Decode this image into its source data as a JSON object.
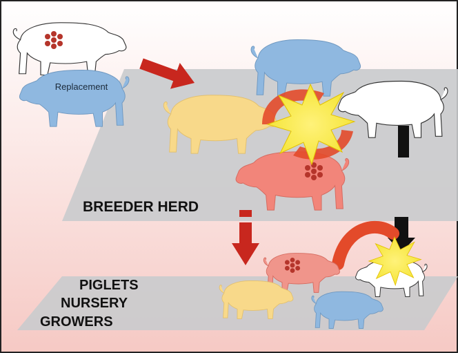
{
  "labels": {
    "replacement": "Replacement",
    "breeder_herd": "BREEDER HERD",
    "piglets": "PIGLETS",
    "nursery": "NURSERY",
    "growers": "GROWERS"
  },
  "colors": {
    "frame": "#222222",
    "background_top": "#ffffff",
    "background_bottom": "#f6c9c4",
    "platform": "#c9cbcd",
    "pig_white": "#ffffff",
    "pig_blue": "#8fb8e0",
    "pig_yellow": "#f8d98a",
    "pig_pink": "#f2857a",
    "pig_pink_light": "#f0958b",
    "arrow_red": "#c8271e",
    "arrow_black": "#111111",
    "infection_dots": "#b5352b",
    "burst_yellow": "#f5e53a",
    "burst_red": "#e34a2a"
  },
  "icons": {
    "infection_marker": "dot-cluster-icon",
    "infection_event": "burst-icon"
  }
}
